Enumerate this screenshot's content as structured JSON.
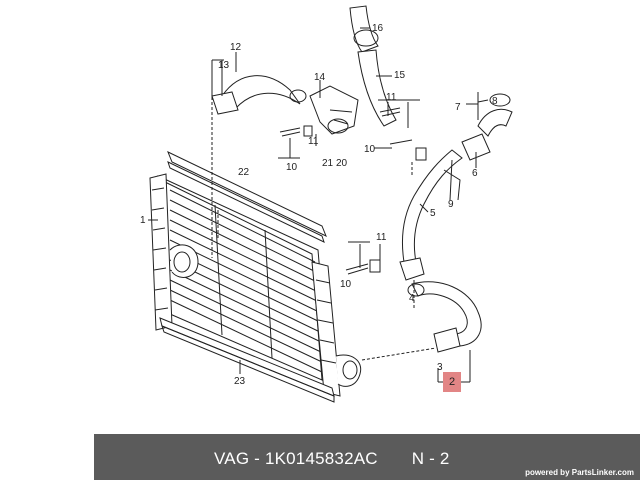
{
  "callouts": {
    "c1": "1",
    "c2": "2",
    "c3": "3",
    "c4": "4",
    "c5": "5",
    "c6": "6",
    "c7": "7",
    "c8": "8",
    "c9": "9",
    "c10a": "10",
    "c10b": "10",
    "c10c": "10",
    "c11a": "11",
    "c11b": "11",
    "c11c": "11",
    "c12": "12",
    "c13": "13",
    "c14": "14",
    "c15": "15",
    "c16": "16",
    "c20": "20",
    "c21": "21",
    "c22": "22",
    "c23": "23"
  },
  "highlight_label": "2",
  "footer": {
    "title": "VAG - 1K0145832AC",
    "suffix": "N - 2",
    "credit": "powered by PartsLinker.com"
  },
  "colors": {
    "footer_bg": "#5b5b5b",
    "highlight": "#e28585",
    "line": "#222222"
  }
}
